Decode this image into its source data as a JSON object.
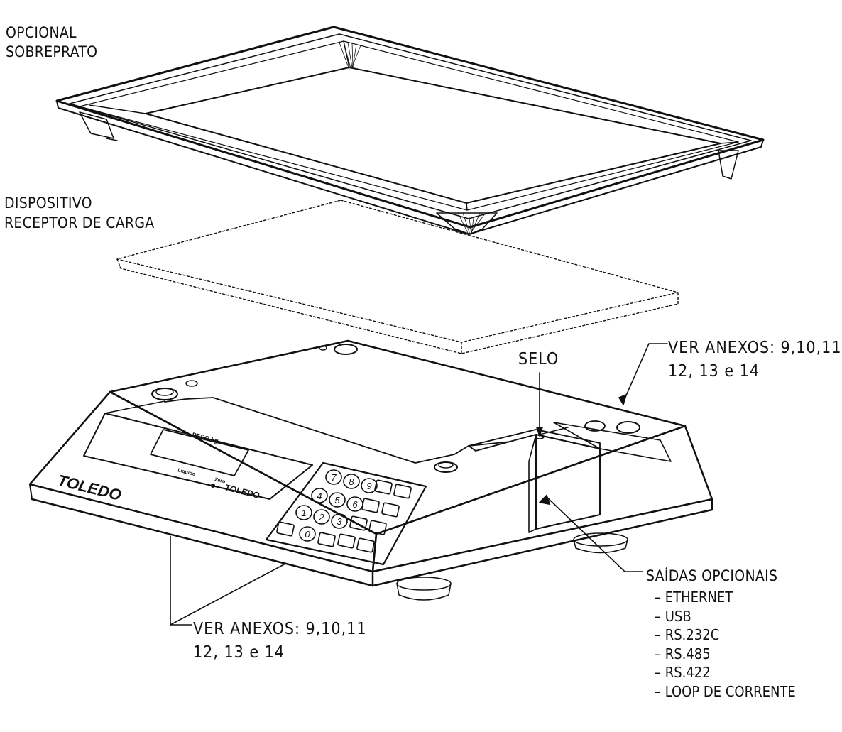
{
  "labels": {
    "sobreprato": [
      "OPCIONAL",
      "SOBREPRATO"
    ],
    "receptor": [
      "DISPOSITIVO",
      "RECEPTOR DE CARGA"
    ],
    "anexos_top": [
      "VER ANEXOS: 9,10,11",
      "12, 13 e 14"
    ],
    "selo": "SELO",
    "anexos_bottom": [
      "VER ANEXOS: 9,10,11",
      "12, 13 e 14"
    ],
    "saidas_title": "SAÍDAS OPCIONAIS",
    "saidas_items": [
      "ETHERNET",
      "USB",
      "RS.232C",
      "RS.485",
      "RS.422",
      "LOOP DE CORRENTE"
    ]
  },
  "device": {
    "brand_left": "TOLEDO",
    "brand_display": "TOLEDO",
    "display_title": "PESO kg",
    "display_small": [
      "Líquido",
      "Zero"
    ],
    "keypad_digits": [
      "7",
      "8",
      "9",
      "4",
      "5",
      "6",
      "1",
      "2",
      "3",
      "0"
    ]
  }
}
